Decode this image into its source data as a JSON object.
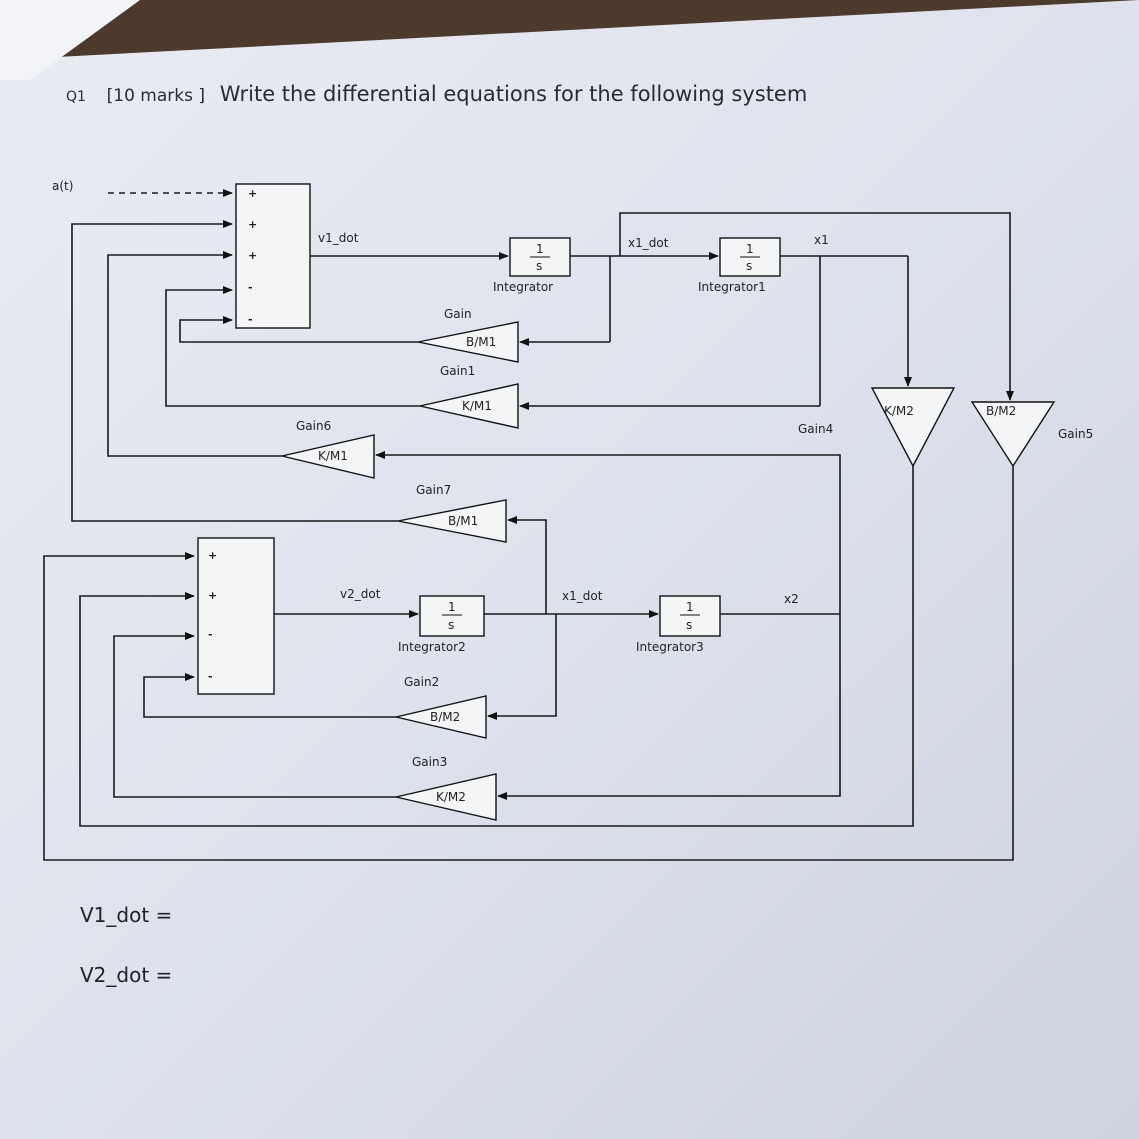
{
  "question": {
    "number": "Q1",
    "marks": "[10 marks ]",
    "text": "Write the differential equations for the following system"
  },
  "diagram": {
    "input_label": "a(t)",
    "integrators": [
      {
        "name": "Integrator",
        "num": "1",
        "den": "s"
      },
      {
        "name": "Integrator1",
        "num": "1",
        "den": "s"
      },
      {
        "name": "Integrator2",
        "num": "1",
        "den": "s"
      },
      {
        "name": "Integrator3",
        "num": "1",
        "den": "s"
      }
    ],
    "gains": [
      {
        "name": "Gain",
        "value": "B/M1"
      },
      {
        "name": "Gain1",
        "value": "K/M1"
      },
      {
        "name": "Gain6",
        "value": "K/M1"
      },
      {
        "name": "Gain7",
        "value": "B/M1"
      },
      {
        "name": "Gain2",
        "value": "B/M2"
      },
      {
        "name": "Gain3",
        "value": "K/M2"
      },
      {
        "name": "Gain4",
        "value": "K/M2"
      },
      {
        "name": "Gain5",
        "value": "B/M2"
      }
    ],
    "signals": {
      "v1_dot": "v1_dot",
      "x1_dot_top": "x1_dot",
      "x1": "x1",
      "v2_dot": "v2_dot",
      "x1_dot_bottom": "x1_dot",
      "x2": "x2"
    },
    "sum1_signs": [
      "+",
      "+",
      "+",
      "-",
      "-"
    ],
    "sum2_signs": [
      "+",
      "+",
      "-",
      "-"
    ]
  },
  "answers": {
    "v1": "V1_dot =",
    "v2": "V2_dot ="
  }
}
